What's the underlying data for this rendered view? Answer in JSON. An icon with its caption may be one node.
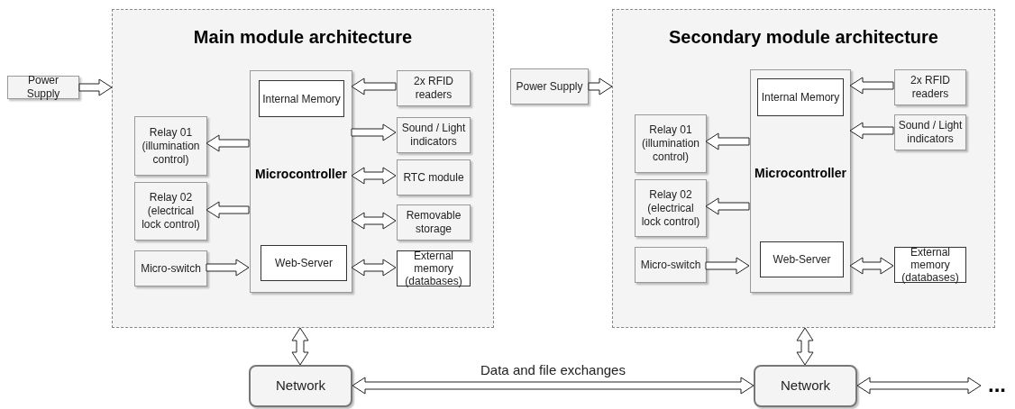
{
  "diagram": {
    "nodes": [
      {
        "text": [
          "Main module architecture"
        ]
      },
      {
        "text": [
          "Power Supply"
        ]
      },
      {
        "text": [
          "Microcontroller"
        ],
        "in": 0
      },
      {
        "text": [
          "Internal Memory"
        ],
        "in": 2
      },
      {
        "text": [
          "Web-Server"
        ],
        "in": 2
      },
      {
        "text": [
          "2x RFID readers"
        ],
        "in": 0
      },
      {
        "text": [
          "Sound / Light indicators"
        ],
        "in": 0
      },
      {
        "text": [
          "RTC module"
        ],
        "in": 0
      },
      {
        "text": [
          "Removable storage"
        ],
        "in": 0
      },
      {
        "text": [
          "External memory (databases)"
        ],
        "in": 0
      },
      {
        "text": [
          "Relay 01 (illumination control)"
        ],
        "in": 0
      },
      {
        "text": [
          "Relay 02 (electrical lock control)"
        ],
        "in": 0
      },
      {
        "text": [
          "Micro-switch"
        ],
        "in": 0
      },
      {
        "text": [
          "Secondary module architecture"
        ]
      },
      {
        "text": [
          "Power Supply"
        ]
      },
      {
        "text": [
          "Microcontroller"
        ],
        "in": 13
      },
      {
        "text": [
          "Internal Memory"
        ],
        "in": 15
      },
      {
        "text": [
          "Web-Server"
        ],
        "in": 15
      },
      {
        "text": [
          "2x RFID readers"
        ],
        "in": 13
      },
      {
        "text": [
          "Sound / Light indicators"
        ],
        "in": 13
      },
      {
        "text": [
          "External memory (databases)"
        ],
        "in": 13
      },
      {
        "text": [
          "Relay 01 (illumination control)"
        ],
        "in": 13
      },
      {
        "text": [
          "Relay 02 (electrical lock control)"
        ],
        "in": 13
      },
      {
        "text": [
          "Micro-switch"
        ],
        "in": 13
      },
      {
        "text": [
          "Network"
        ]
      },
      {
        "text": [
          "Network"
        ]
      },
      {
        "text": [
          "..."
        ]
      }
    ],
    "edges": [
      {
        "from": 1,
        "to": 0,
        "arrow": "to"
      },
      {
        "from": 5,
        "to": 2,
        "arrow": "to"
      },
      {
        "from": 2,
        "to": 6,
        "arrow": "to"
      },
      {
        "from": 2,
        "to": 7,
        "arrow": "both"
      },
      {
        "from": 2,
        "to": 8,
        "arrow": "both"
      },
      {
        "from": 2,
        "to": 9,
        "arrow": "both"
      },
      {
        "from": 2,
        "to": 10,
        "arrow": "to"
      },
      {
        "from": 2,
        "to": 11,
        "arrow": "to"
      },
      {
        "from": 12,
        "to": 2,
        "arrow": "to"
      },
      {
        "from": 14,
        "to": 13,
        "arrow": "to"
      },
      {
        "from": 18,
        "to": 15,
        "arrow": "to"
      },
      {
        "from": 19,
        "to": 15,
        "arrow": "to"
      },
      {
        "from": 15,
        "to": 20,
        "arrow": "both"
      },
      {
        "from": 15,
        "to": 21,
        "arrow": "to"
      },
      {
        "from": 15,
        "to": 22,
        "arrow": "to"
      },
      {
        "from": 23,
        "to": 15,
        "arrow": "to"
      },
      {
        "from": 0,
        "to": 24,
        "arrow": "both"
      },
      {
        "from": 13,
        "to": 25,
        "arrow": "both"
      },
      {
        "from": 24,
        "to": 25,
        "arrow": "both",
        "label": "Data and file exchanges"
      },
      {
        "from": 25,
        "to": 26,
        "arrow": "both"
      }
    ]
  }
}
